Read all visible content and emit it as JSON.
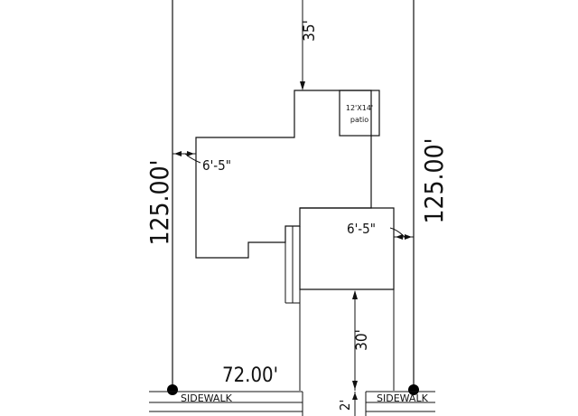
{
  "site_plan": {
    "lot": {
      "depth_left": "125.00'",
      "depth_right": "125.00'",
      "frontage": "72.00'"
    },
    "setbacks": {
      "rear": "35'",
      "side_left": "6'-5\"",
      "side_right": "6'-5\"",
      "front": "30'",
      "sidewalk_gap": "2'"
    },
    "patio": {
      "size": "12'X14'",
      "label": "patio"
    },
    "sidewalk": {
      "label_left": "SIDEWALK",
      "label_right": "SIDEWALK"
    }
  }
}
